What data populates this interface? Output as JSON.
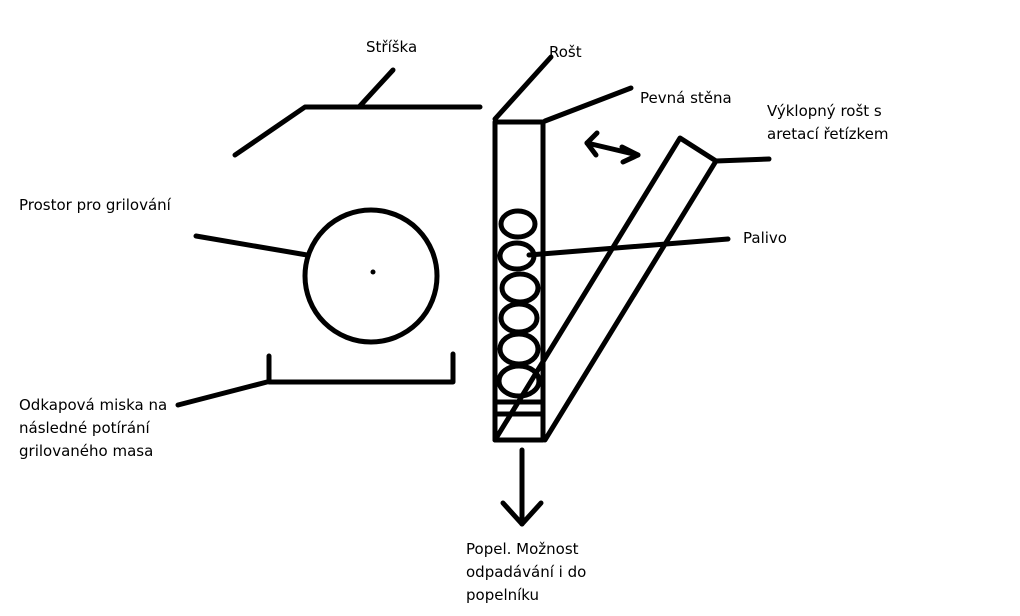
{
  "labels": {
    "roof": "Stříška",
    "grate": "Rošt",
    "fixed_wall": "Pevná stěna",
    "tilting_grate_line1": "Výklopný rošt s",
    "tilting_grate_line2": "aretací řetízkem",
    "grill_space": "Prostor pro grilování",
    "fuel": "Palivo",
    "drip_tray_line1": "Odkapová miska na",
    "drip_tray_line2": "následné potírání",
    "drip_tray_line3": "grilovaného masa",
    "ash_line1": "Popel. Možnost",
    "ash_line2": "odpadávání i do",
    "ash_line3": "popelníku"
  },
  "colors": {
    "ink": "#000000",
    "background": "#ffffff"
  }
}
